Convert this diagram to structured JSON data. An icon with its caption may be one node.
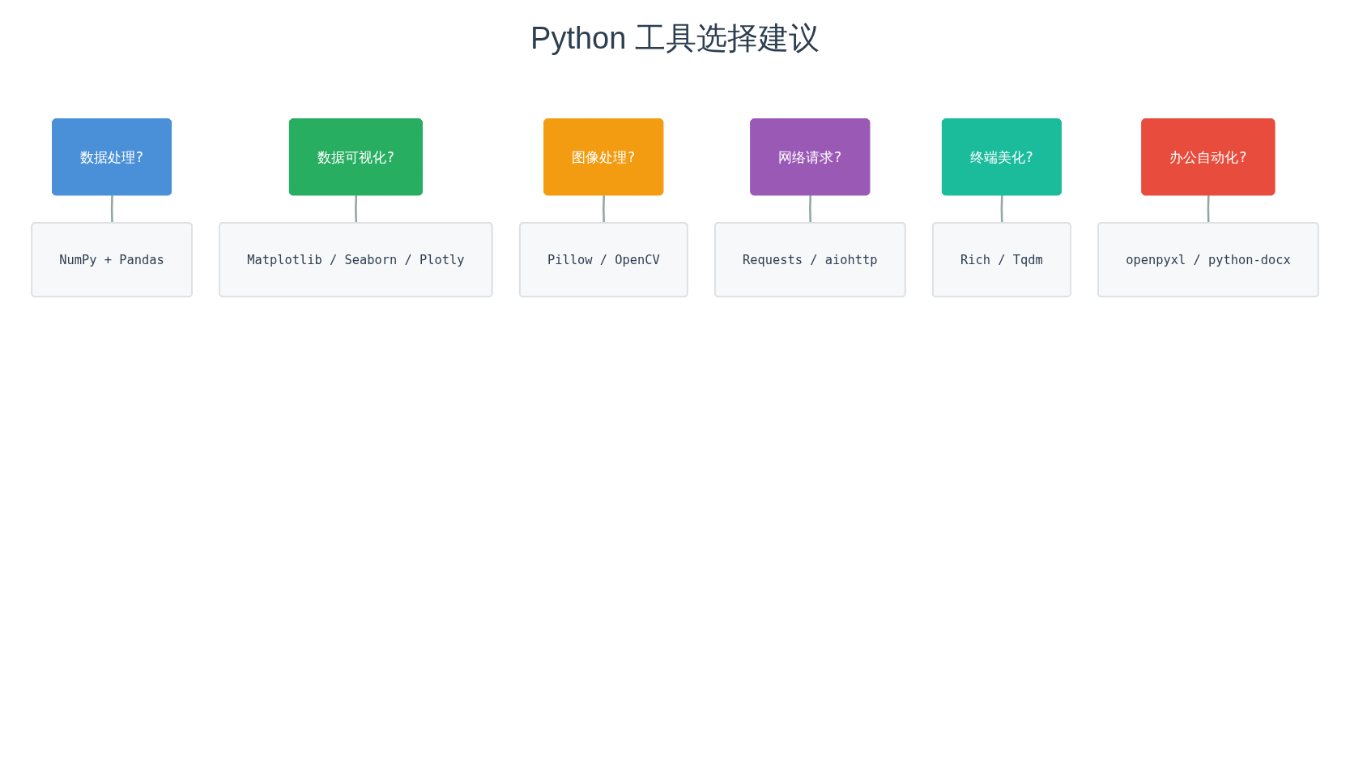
{
  "diagram": {
    "title": "Python 工具选择建议",
    "nodes": [
      {
        "text": [
          "数据处理?"
        ]
      },
      {
        "text": [
          "NumPy + Pandas"
        ]
      },
      {
        "text": [
          "数据可视化?"
        ]
      },
      {
        "text": [
          "Matplotlib / Seaborn / Plotly"
        ]
      },
      {
        "text": [
          "图像处理?"
        ]
      },
      {
        "text": [
          "Pillow / OpenCV"
        ]
      },
      {
        "text": [
          "网络请求?"
        ]
      },
      {
        "text": [
          "Requests / aiohttp"
        ]
      },
      {
        "text": [
          "终端美化?"
        ]
      },
      {
        "text": [
          "Rich / Tqdm"
        ]
      },
      {
        "text": [
          "办公自动化?"
        ]
      },
      {
        "text": [
          "openpyxl / python-docx"
        ]
      }
    ],
    "edges": [
      {
        "from": 0,
        "to": 1,
        "arrow": "none"
      },
      {
        "from": 2,
        "to": 3,
        "arrow": "none"
      },
      {
        "from": 4,
        "to": 5,
        "arrow": "none"
      },
      {
        "from": 6,
        "to": 7,
        "arrow": "none"
      },
      {
        "from": 8,
        "to": 9,
        "arrow": "none"
      },
      {
        "from": 10,
        "to": 11,
        "arrow": "none"
      }
    ]
  }
}
